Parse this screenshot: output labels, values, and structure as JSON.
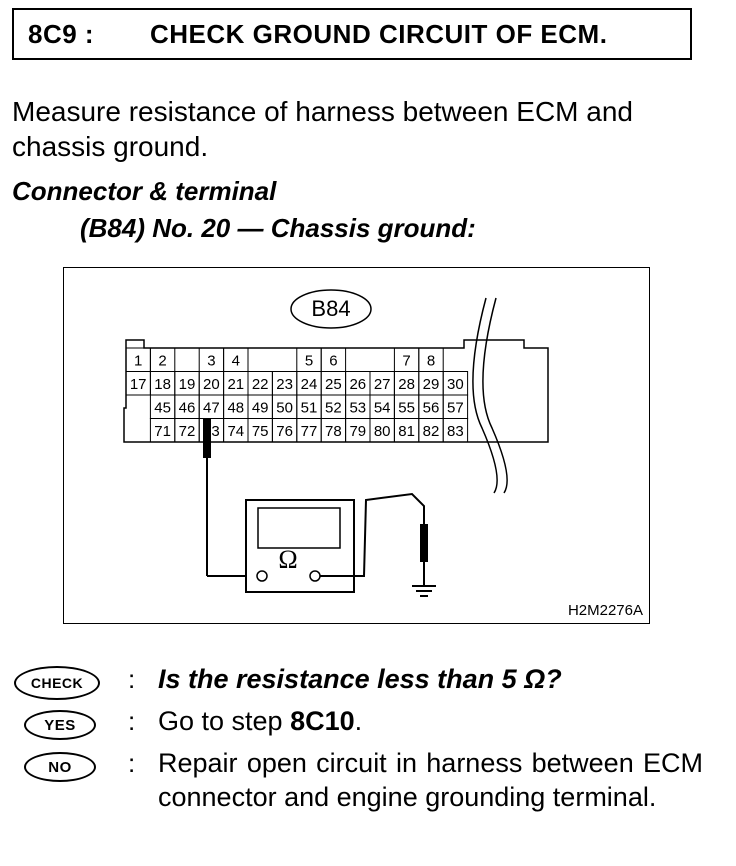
{
  "header": {
    "step": "8C9 :",
    "title": "CHECK GROUND CIRCUIT OF ECM."
  },
  "instruction": "Measure resistance of harness between ECM and chassis ground.",
  "connector": {
    "heading": "Connector & terminal",
    "detail": "(B84) No. 20 — Chassis ground:"
  },
  "figure": {
    "connector_id": "B84",
    "figure_code": "H2M2276A",
    "meter_symbol": "Ω",
    "pin_rows": [
      [
        "1",
        "2",
        "",
        "3",
        "4",
        "",
        "",
        "5",
        "6",
        "",
        "",
        "7",
        "8",
        ""
      ],
      [
        "17",
        "18",
        "19",
        "20",
        "21",
        "22",
        "23",
        "24",
        "25",
        "26",
        "27",
        "28",
        "29",
        "30"
      ],
      [
        "",
        "45",
        "46",
        "47",
        "48",
        "49",
        "50",
        "51",
        "52",
        "53",
        "54",
        "55",
        "56",
        "57"
      ],
      [
        "",
        "71",
        "72",
        "73",
        "74",
        "75",
        "76",
        "77",
        "78",
        "79",
        "80",
        "81",
        "82",
        "83"
      ]
    ]
  },
  "answers": {
    "check": {
      "badge": "CHECK",
      "colon": ":",
      "text": "Is the resistance less than 5 Ω?"
    },
    "yes": {
      "badge": "YES",
      "colon": ":",
      "text_prefix": "Go to step ",
      "step": "8C10",
      "text_suffix": "."
    },
    "no": {
      "badge": "NO",
      "colon": ":",
      "text": "Repair open circuit in harness between ECM connector and engine grounding terminal."
    }
  }
}
